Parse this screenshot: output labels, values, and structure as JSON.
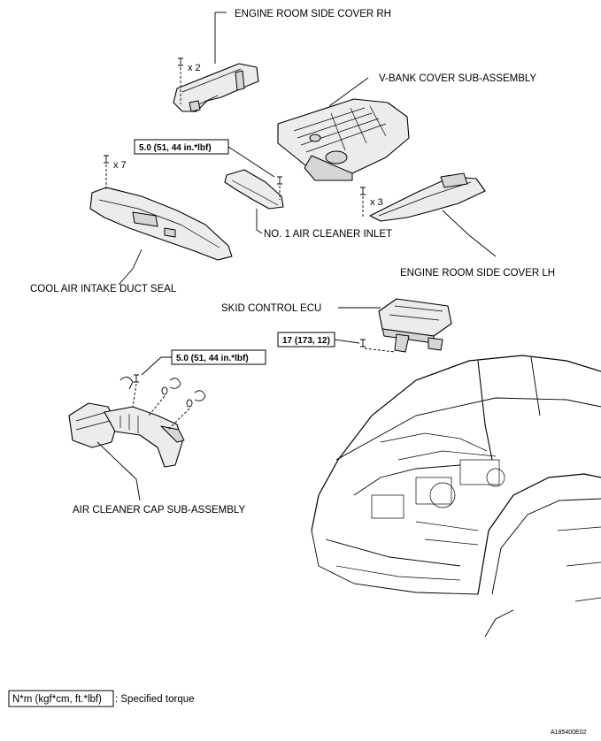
{
  "labels": {
    "engine_room_side_cover_rh": "ENGINE ROOM SIDE COVER RH",
    "v_bank_cover": "V-BANK COVER SUB-ASSEMBLY",
    "no1_air_cleaner_inlet": "NO. 1 AIR CLEANER INLET",
    "engine_room_side_cover_lh": "ENGINE ROOM SIDE COVER LH",
    "cool_air_intake_duct_seal": "COOL AIR INTAKE DUCT SEAL",
    "skid_control_ecu": "SKID CONTROL ECU",
    "air_cleaner_cap": "AIR CLEANER CAP SUB-ASSEMBLY"
  },
  "counts": {
    "rh_clips": "x 2",
    "seal_clips": "x 7",
    "lh_clips": "x 3"
  },
  "torques": {
    "inlet_bolt": "5.0 (51, 44 in.*lbf)",
    "ecu_bolt": "17 (173, 12)",
    "cap_bolt": "5.0 (51, 44 in.*lbf)"
  },
  "legend": {
    "unit": "N*m (kgf*cm, ft.*lbf)",
    "text": ": Specified torque"
  },
  "figure_code": "A185400E02"
}
